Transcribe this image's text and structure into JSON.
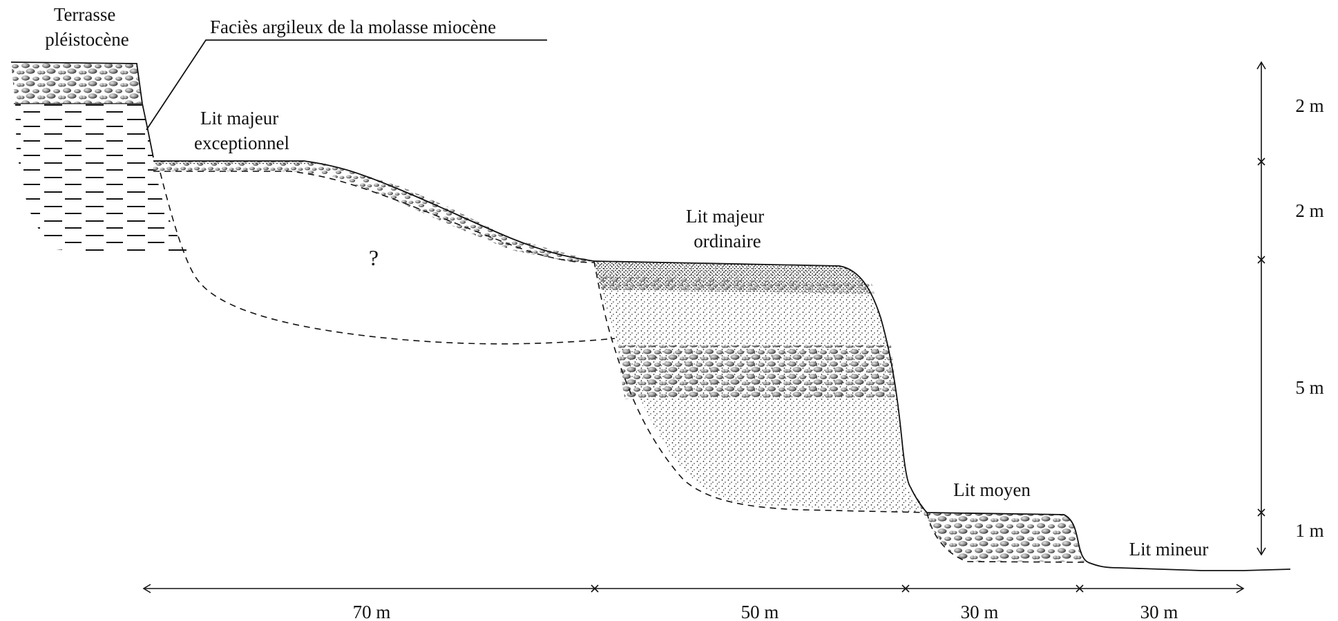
{
  "labels": {
    "terrace": [
      "Terrasse",
      "pléistocène"
    ],
    "clay_facies": "Faciès argileux de la molasse miocène",
    "exceptional_bed": [
      "Lit majeur",
      "exceptionnel"
    ],
    "ordinary_bed": [
      "Lit majeur",
      "ordinaire"
    ],
    "middle_bed": "Lit moyen",
    "minor_bed": "Lit mineur",
    "unknown": "?"
  },
  "horizontal_dimensions": [
    "70 m",
    "50 m",
    "30 m",
    "30 m"
  ],
  "vertical_dimensions": [
    "2 m",
    "2 m",
    "5 m",
    "1 m"
  ]
}
